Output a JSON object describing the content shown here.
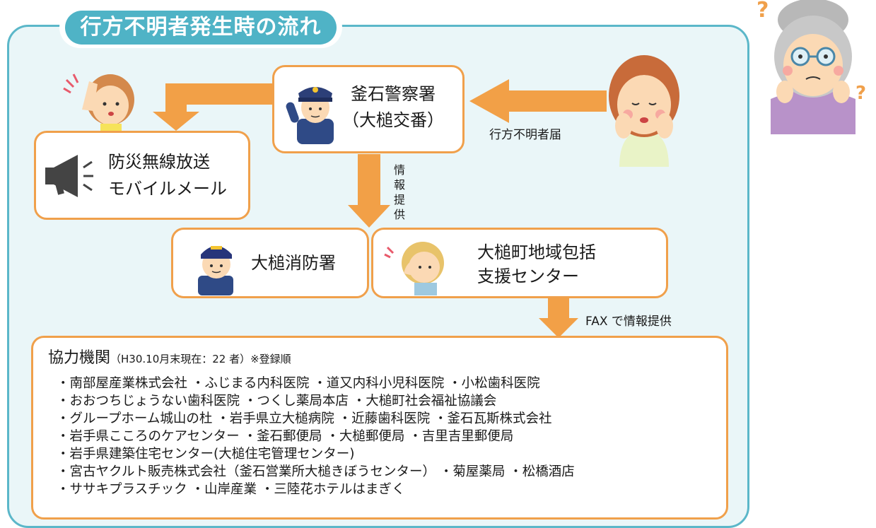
{
  "title": "行方不明者発生時の流れ",
  "police": {
    "line1": "釜石警察署",
    "line2": "（大槌交番）"
  },
  "report_label": "行方不明者届",
  "broadcast": {
    "line1": "防災無線放送",
    "line2": "モバイルメール"
  },
  "info_label": [
    "情",
    "報",
    "提",
    "供"
  ],
  "fire": {
    "label": "大槌消防署"
  },
  "center": {
    "line1": "大槌町地域包括",
    "line2": "支援センター"
  },
  "fax_label": "FAX で情報提供",
  "partners": {
    "heading": "協力機関",
    "note": "（H30.10月末現在：22 者）※登録順",
    "lines": [
      "・南部屋産業株式会社 ・ふじまる内科医院 ・道又内科小児科医院 ・小松歯科医院",
      "・おおつちじょうない歯科医院 ・つくし薬局本店 ・大槌町社会福祉協議会",
      "・グループホーム城山の杜 ・岩手県立大槌病院 ・近藤歯科医院 ・釜石瓦斯株式会社",
      "・岩手県こころのケアセンター ・釜石郵便局 ・大槌郵便局 ・吉里吉里郵便局",
      "・岩手県建築住宅センター(大槌住宅管理センター)",
      "・宮古ヤクルト販売株式会社（釜石営業所大槌きぼうセンター） ・菊屋薬局 ・松橋酒店",
      "・ササキプラスチック ・山岸産業 ・三陸花ホテルはまぎく"
    ]
  },
  "colors": {
    "frame": "#5bb7c9",
    "box_border": "#f0a04b",
    "arrow": "#f2a047",
    "title_bg": "#4fb3c6",
    "panel_bg": "#eaf6f8"
  }
}
